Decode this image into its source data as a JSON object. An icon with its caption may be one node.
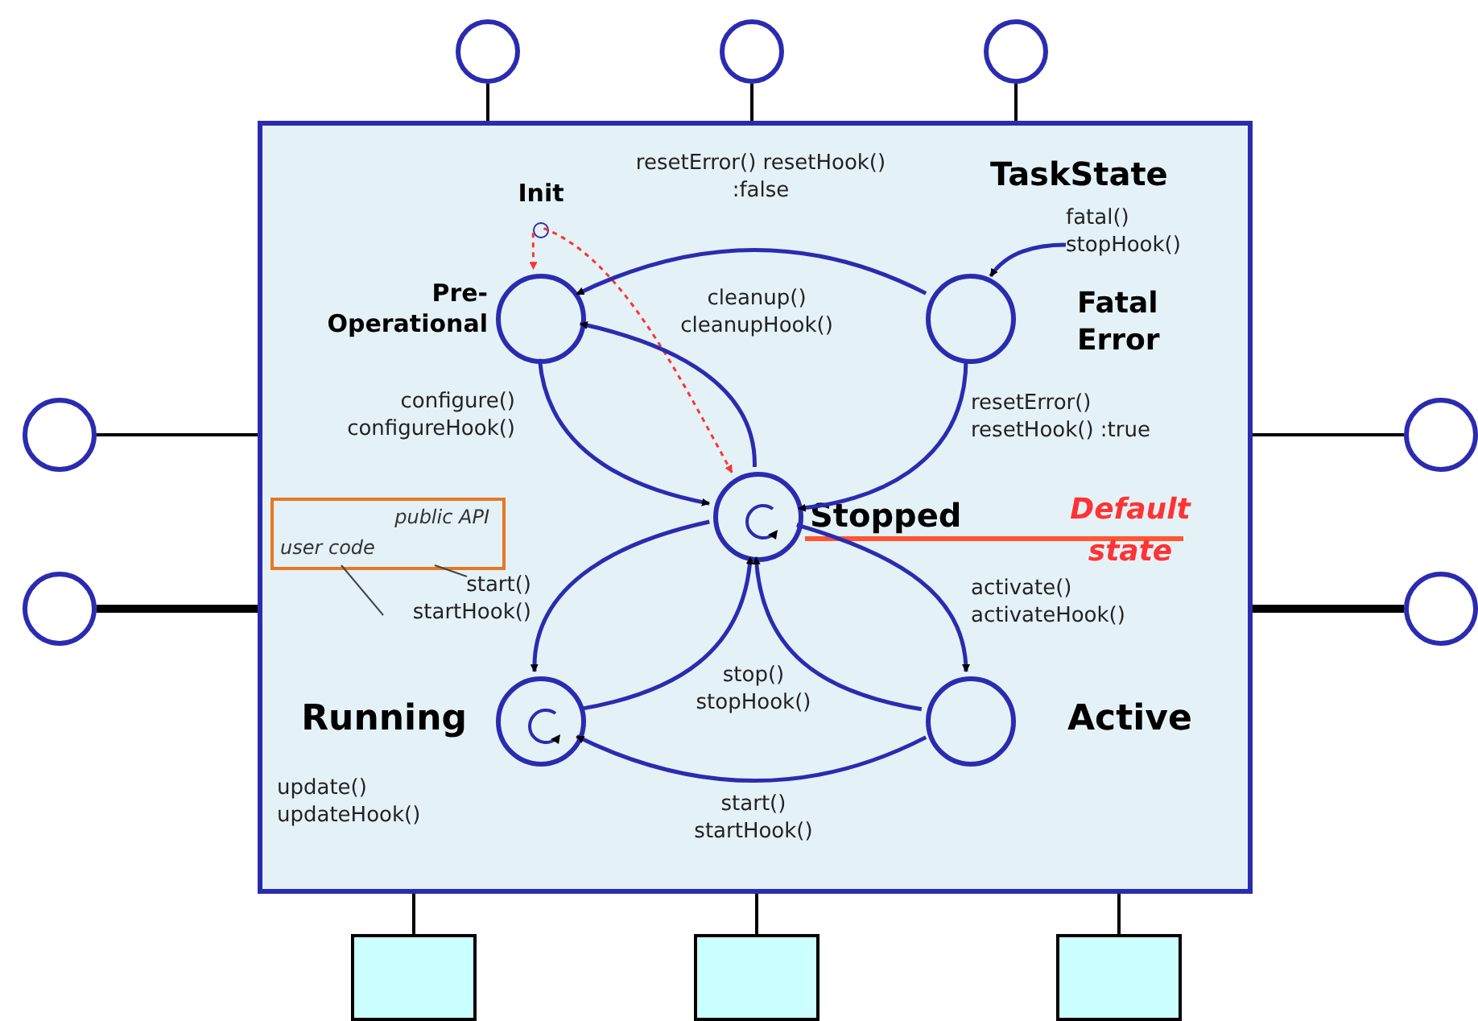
{
  "diagram": {
    "nodes": [
      {
        "text": [
          "TaskState"
        ]
      },
      {
        "text": [
          "Init"
        ],
        "in": 0
      },
      {
        "text": [
          "Pre- Operational"
        ],
        "in": 0
      },
      {
        "text": [
          "Fatal Error"
        ],
        "in": 0
      },
      {
        "text": [
          "Stopped"
        ],
        "in": 0
      },
      {
        "text": [
          "Running"
        ],
        "in": 0
      },
      {
        "text": [
          "Active"
        ],
        "in": 0
      },
      {
        "text": [
          "public API",
          "user code"
        ],
        "in": 0
      },
      {
        "text": [],
        "shape": "circle"
      },
      {
        "text": [],
        "shape": "circle"
      },
      {
        "text": [],
        "shape": "circle"
      },
      {
        "text": [],
        "shape": "circle"
      },
      {
        "text": [],
        "shape": "circle"
      },
      {
        "text": [],
        "shape": "circle"
      },
      {
        "text": [],
        "shape": "circle"
      },
      {
        "text": [],
        "shape": "box"
      },
      {
        "text": [],
        "shape": "box"
      },
      {
        "text": [],
        "shape": "box"
      }
    ],
    "edges": [
      {
        "from": 1,
        "to": 2,
        "arrow": "to",
        "style": "dashed",
        "color": "#ff3333"
      },
      {
        "from": 1,
        "to": 4,
        "arrow": "to",
        "style": "dashed",
        "color": "#ff3333"
      },
      {
        "from": 3,
        "to": 2,
        "arrow": "to",
        "label": "resetError() resetHook() :false"
      },
      {
        "from": 4,
        "to": 2,
        "arrow": "to",
        "label": "cleanup() cleanupHook()"
      },
      {
        "from": 2,
        "to": 4,
        "arrow": "to",
        "label": "configure() configureHook()"
      },
      {
        "from": 3,
        "to": 4,
        "arrow": "to",
        "label": "resetError() resetHook() :true"
      },
      {
        "from": null,
        "to": 3,
        "arrow": "to",
        "label": "fatal() stopHook()"
      },
      {
        "from": 4,
        "to": 5,
        "arrow": "to",
        "label": "start() startHook()"
      },
      {
        "from": 4,
        "to": 6,
        "arrow": "to",
        "label": "activate() activateHook()"
      },
      {
        "from": 5,
        "to": 4,
        "arrow": "to",
        "label": "stop() stopHook()"
      },
      {
        "from": 6,
        "to": 4,
        "arrow": "to"
      },
      {
        "from": 6,
        "to": 5,
        "arrow": "to",
        "label": "start() startHook()"
      },
      {
        "from": 8,
        "to": 0,
        "arrow": "none",
        "color": "#000000"
      },
      {
        "from": 9,
        "to": 0,
        "arrow": "none",
        "color": "#000000"
      },
      {
        "from": 10,
        "to": 0,
        "arrow": "none",
        "color": "#000000"
      },
      {
        "from": 11,
        "to": 0,
        "arrow": "none",
        "color": "#000000"
      },
      {
        "from": 12,
        "to": 0,
        "arrow": "none",
        "color": "#000000",
        "style": "thick"
      },
      {
        "from": 13,
        "to": 0,
        "arrow": "none",
        "color": "#000000"
      },
      {
        "from": 14,
        "to": 0,
        "arrow": "none",
        "color": "#000000",
        "style": "thick"
      },
      {
        "from": 15,
        "to": 0,
        "arrow": "none",
        "color": "#000000"
      },
      {
        "from": 16,
        "to": 0,
        "arrow": "none",
        "color": "#000000"
      },
      {
        "from": 17,
        "to": 0,
        "arrow": "none",
        "color": "#000000"
      },
      {
        "from": 7,
        "to": null,
        "arrow": "none",
        "color": "#444444"
      },
      {
        "from": 7,
        "to": null,
        "arrow": "none",
        "color": "#444444"
      }
    ],
    "labels": [
      "Default state",
      "update() updateHook()"
    ]
  }
}
